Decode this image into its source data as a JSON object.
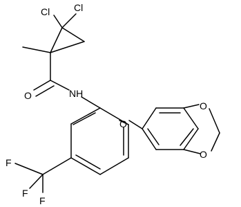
{
  "molecule": {
    "atoms": {
      "cl1": "Cl",
      "cl2": "Cl",
      "o_carbonyl": "O",
      "nh": "NH",
      "o_ether": "O",
      "o_diox_1": "O",
      "o_diox_2": "O",
      "f1": "F",
      "f2": "F",
      "f3": "F"
    }
  }
}
